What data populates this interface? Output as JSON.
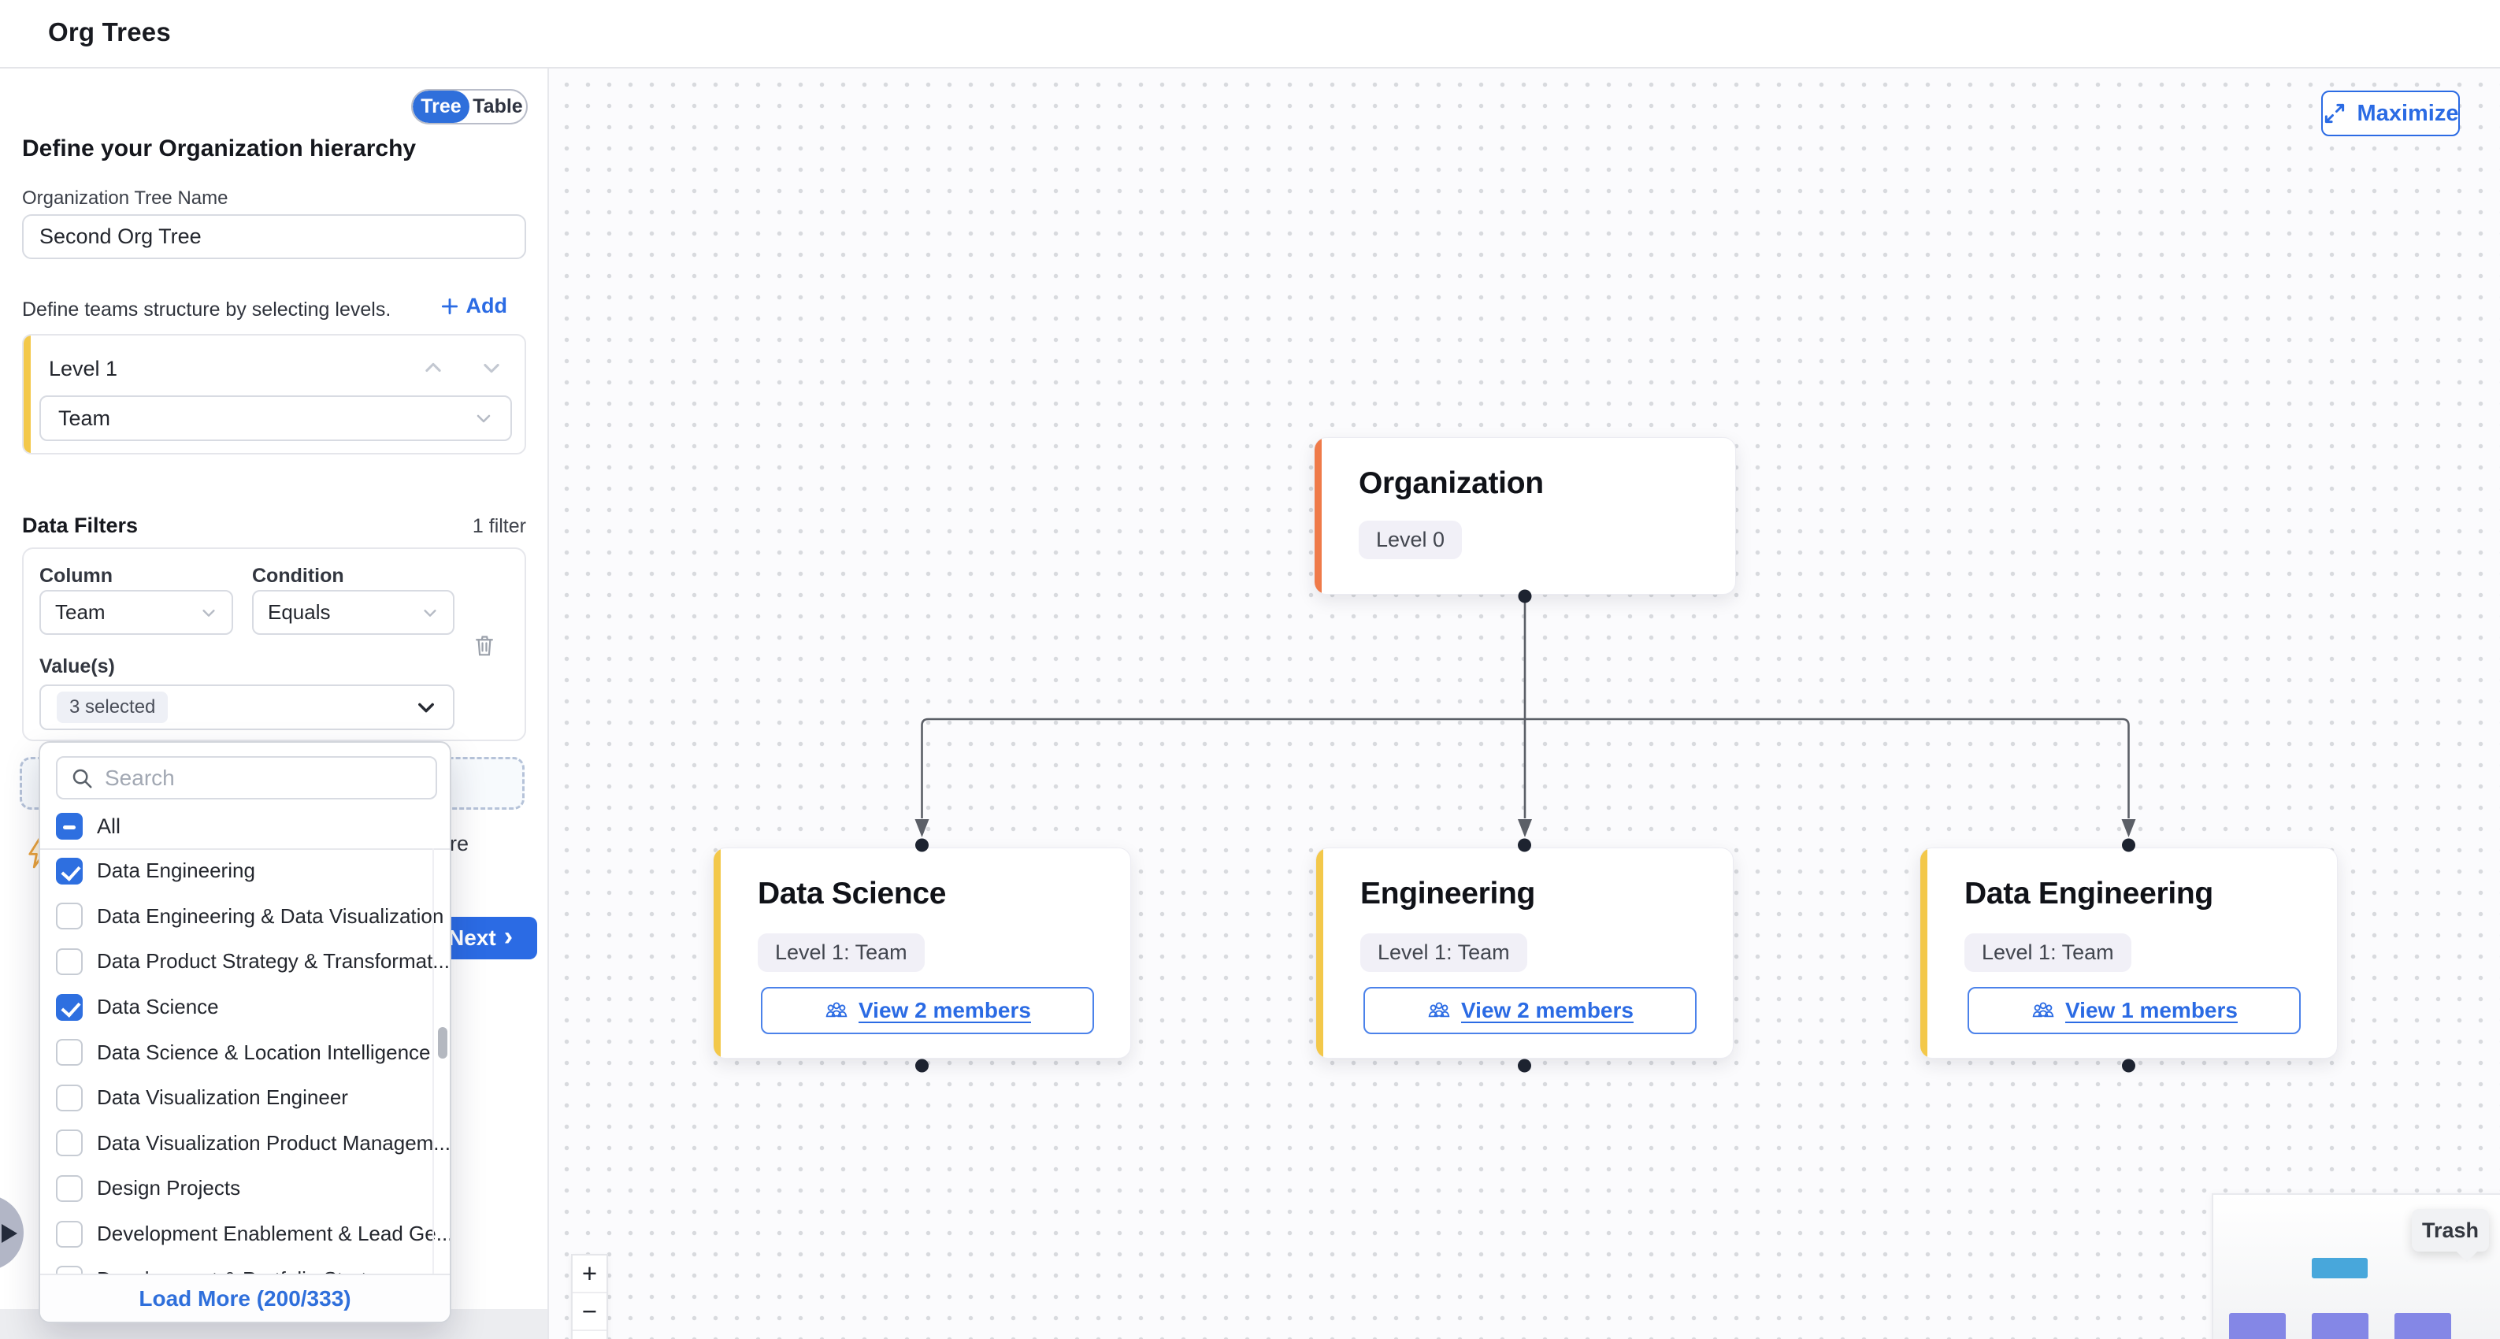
{
  "topbar": {
    "title": "Org Trees"
  },
  "view_toggle": {
    "tree": "Tree",
    "table": "Table"
  },
  "sidebar": {
    "heading": "Define your Organization hierarchy",
    "tree_name": {
      "label": "Organization Tree Name",
      "value": "Second Org Tree"
    },
    "levels": {
      "hint": "Define teams structure by selecting levels.",
      "add_label": "Add",
      "card": {
        "title": "Level 1",
        "value": "Team"
      }
    },
    "filters": {
      "heading": "Data Filters",
      "count": "1 filter",
      "column": {
        "label": "Column",
        "value": "Team"
      },
      "condition": {
        "label": "Condition",
        "value": "Equals"
      },
      "values": {
        "label": "Value(s)",
        "value": "3 selected"
      }
    },
    "hint_fragment": "re",
    "next_label": "Next",
    "next_chevron": "›"
  },
  "values_dropdown": {
    "search_placeholder": "Search",
    "all_label": "All",
    "items": [
      {
        "label": "Data Engineering",
        "checked": true
      },
      {
        "label": "Data Engineering & Data Visualization",
        "checked": false
      },
      {
        "label": "Data Product Strategy & Transformat...",
        "checked": false
      },
      {
        "label": "Data Science",
        "checked": true
      },
      {
        "label": "Data Science & Location Intelligence",
        "checked": false
      },
      {
        "label": "Data Visualization Engineer",
        "checked": false
      },
      {
        "label": "Data Visualization Product Managem...",
        "checked": false
      },
      {
        "label": "Design Projects",
        "checked": false
      },
      {
        "label": "Development Enablement & Lead Ge...",
        "checked": false
      },
      {
        "label": "Development & Portfolio Strat...",
        "checked": false
      }
    ],
    "load_more": "Load More (200/333)"
  },
  "canvas": {
    "maximize": "Maximize",
    "root_node": {
      "title": "Organization",
      "badge": "Level 0"
    },
    "child_nodes": [
      {
        "title": "Data Science",
        "badge": "Level 1: Team",
        "members": "View 2 members"
      },
      {
        "title": "Engineering",
        "badge": "Level 1: Team",
        "members": "View 2 members"
      },
      {
        "title": "Data Engineering",
        "badge": "Level 1: Team",
        "members": "View 1 members"
      }
    ],
    "controls": {
      "zoom_in": "+",
      "zoom_out": "−"
    },
    "trash_tooltip": "Trash"
  },
  "colors": {
    "primary_blue": "#2b6be4",
    "toggle_blue": "#2f6fdb",
    "accent_orange": "#ef7a49",
    "accent_yellow": "#f3c84a",
    "edge_gray": "#5b5f67",
    "handle_dark": "#1d2330",
    "minimap_blue": "#48a7db",
    "minimap_purple": "#8487e6"
  }
}
